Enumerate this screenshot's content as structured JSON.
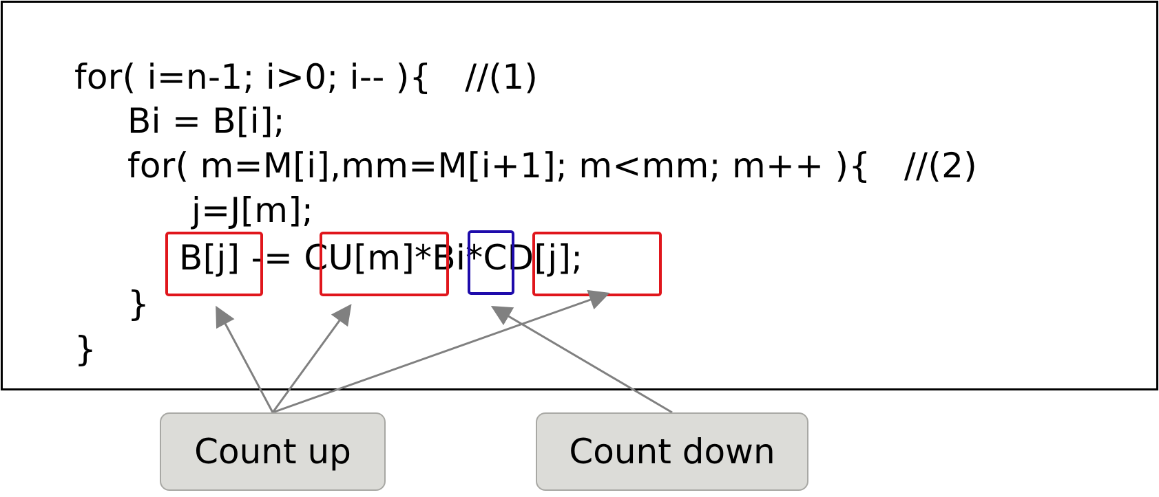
{
  "code": {
    "line1": "for( i=n-1; i>0; i-- ){   //(1)",
    "line2": "Bi = B[i];",
    "line3": "for( m=M[i],mm=M[i+1]; m<mm; m++ ){   //(2)",
    "line4": "j=J[m];",
    "line5": "B[j] -= CU[m]*Bi*CD[j];",
    "line6": "}",
    "line7": "}"
  },
  "callouts": {
    "count_up": "Count up",
    "count_down": "Count down"
  },
  "colors": {
    "count_up_highlight": "#e0161c",
    "count_down_highlight": "#1e0bab",
    "arrow": "#808080",
    "callout_fill": "#dcdcd8"
  }
}
